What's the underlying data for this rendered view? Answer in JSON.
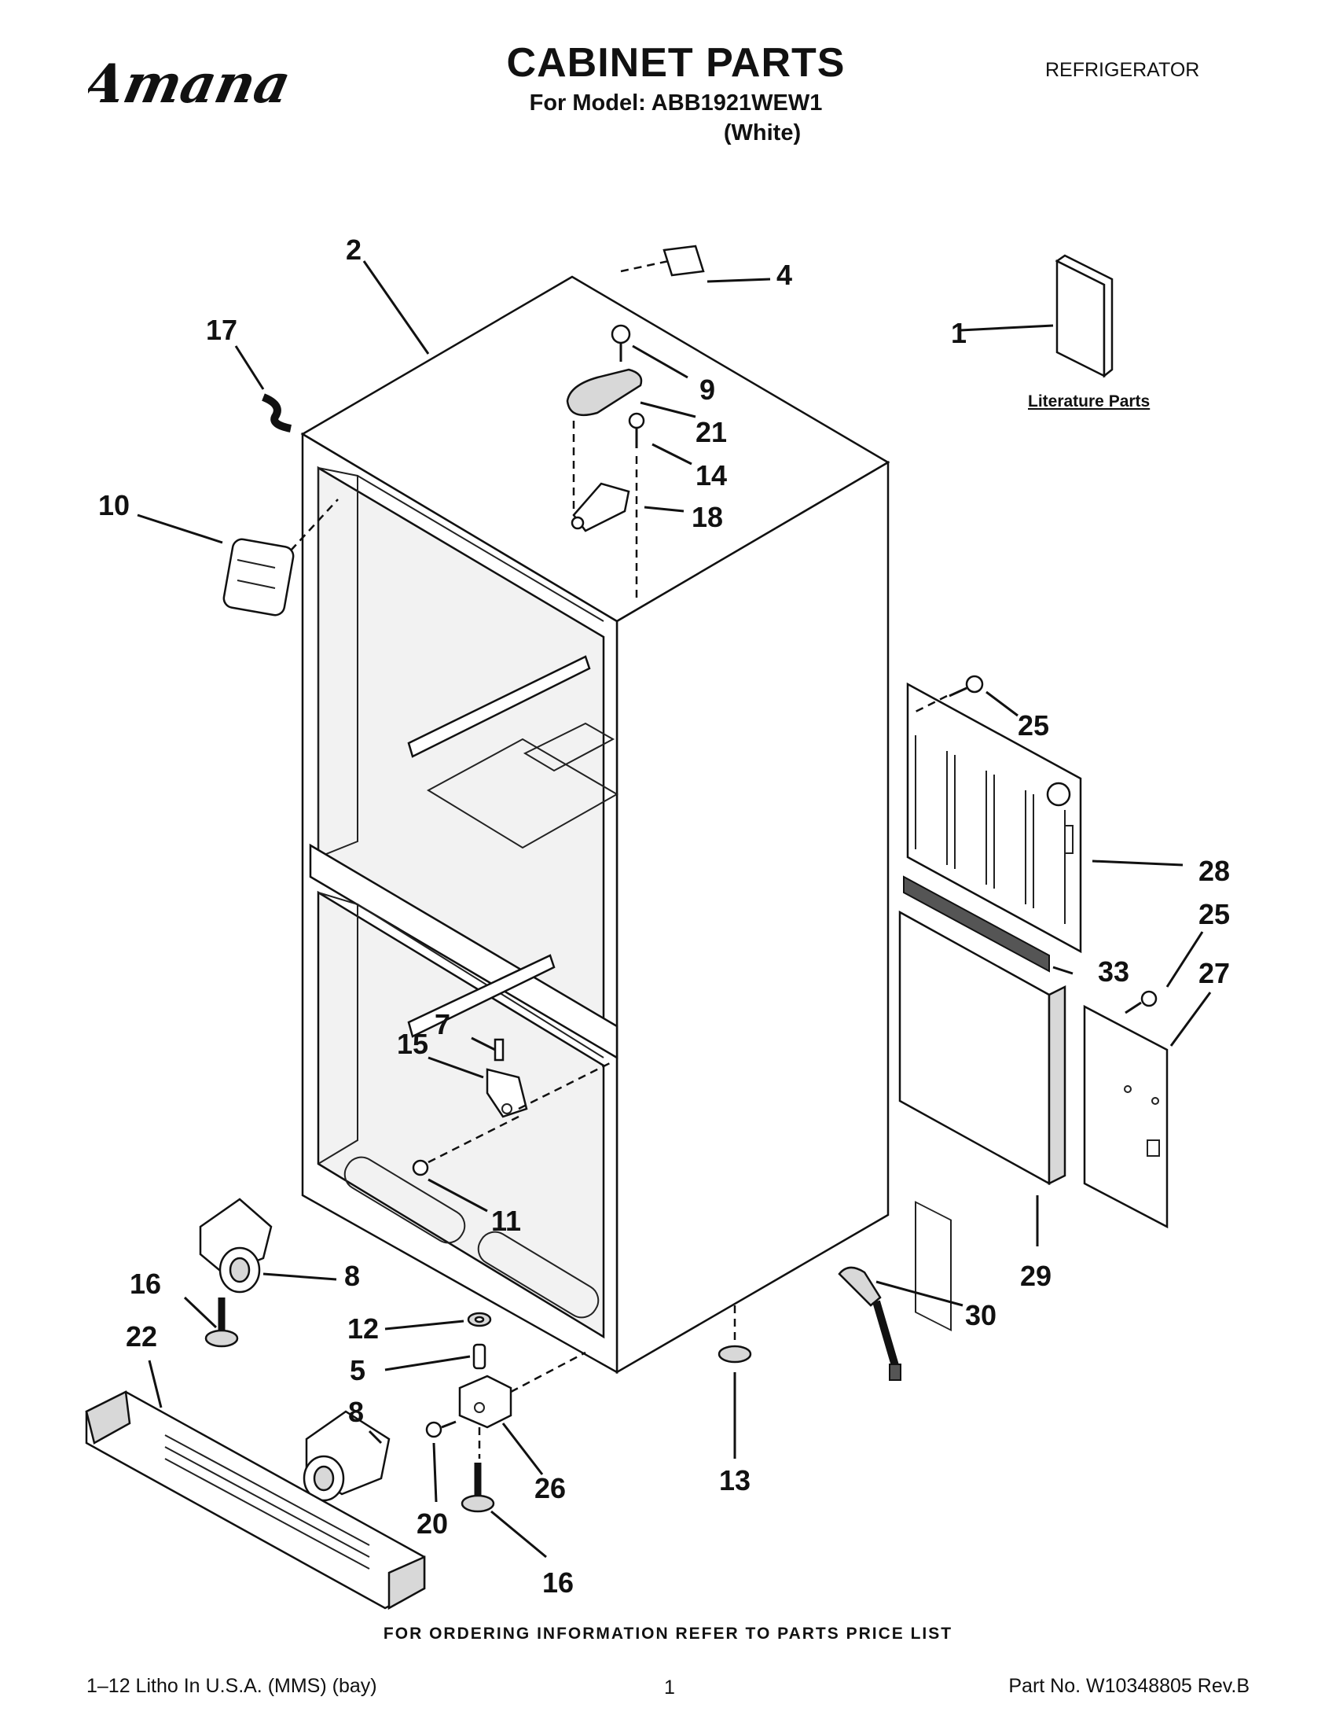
{
  "header": {
    "brand": "Amana",
    "title": "CABINET PARTS",
    "model_line": "For Model: ABB1921WEW1",
    "color_line": "(White)",
    "category": "REFRIGERATOR"
  },
  "literature_label": "Literature Parts",
  "callouts": {
    "c1": "1",
    "c2": "2",
    "c4": "4",
    "c5": "5",
    "c7": "7",
    "c8a": "8",
    "c8b": "8",
    "c9": "9",
    "c10": "10",
    "c11": "11",
    "c12": "12",
    "c13": "13",
    "c14": "14",
    "c15": "15",
    "c16a": "16",
    "c16b": "16",
    "c17": "17",
    "c18": "18",
    "c20": "20",
    "c21": "21",
    "c22": "22",
    "c25a": "25",
    "c25b": "25",
    "c26": "26",
    "c27": "27",
    "c28": "28",
    "c29": "29",
    "c30": "30",
    "c33": "33"
  },
  "footer": {
    "order_note": "FOR ORDERING INFORMATION REFER TO PARTS PRICE LIST",
    "litho": "1–12 Litho In U.S.A. (MMS) (bay)",
    "page": "1",
    "part_number": "Part No. W10348805 Rev.B"
  },
  "icons": [
    "brand-logo",
    "literature-booklet-icon"
  ]
}
